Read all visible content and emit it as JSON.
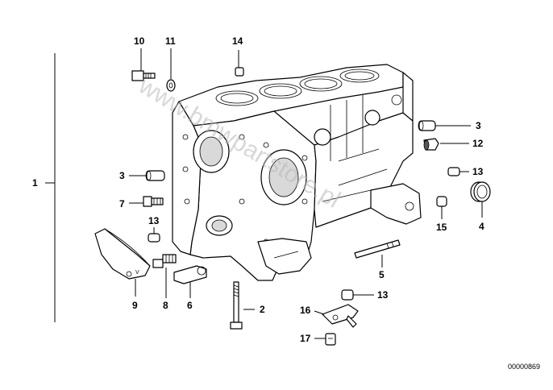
{
  "callouts": {
    "c1": "1",
    "c2": "2",
    "c3a": "3",
    "c3b": "3",
    "c4": "4",
    "c5": "5",
    "c6": "6",
    "c7": "7",
    "c8": "8",
    "c9": "9",
    "c10": "10",
    "c11": "11",
    "c12": "12",
    "c13a": "13",
    "c13b": "13",
    "c13c": "13",
    "c14": "14",
    "c15": "15",
    "c16": "16",
    "c17": "17"
  },
  "diagram_code": "00000869",
  "watermark": "www.bmwpartstore.pl"
}
